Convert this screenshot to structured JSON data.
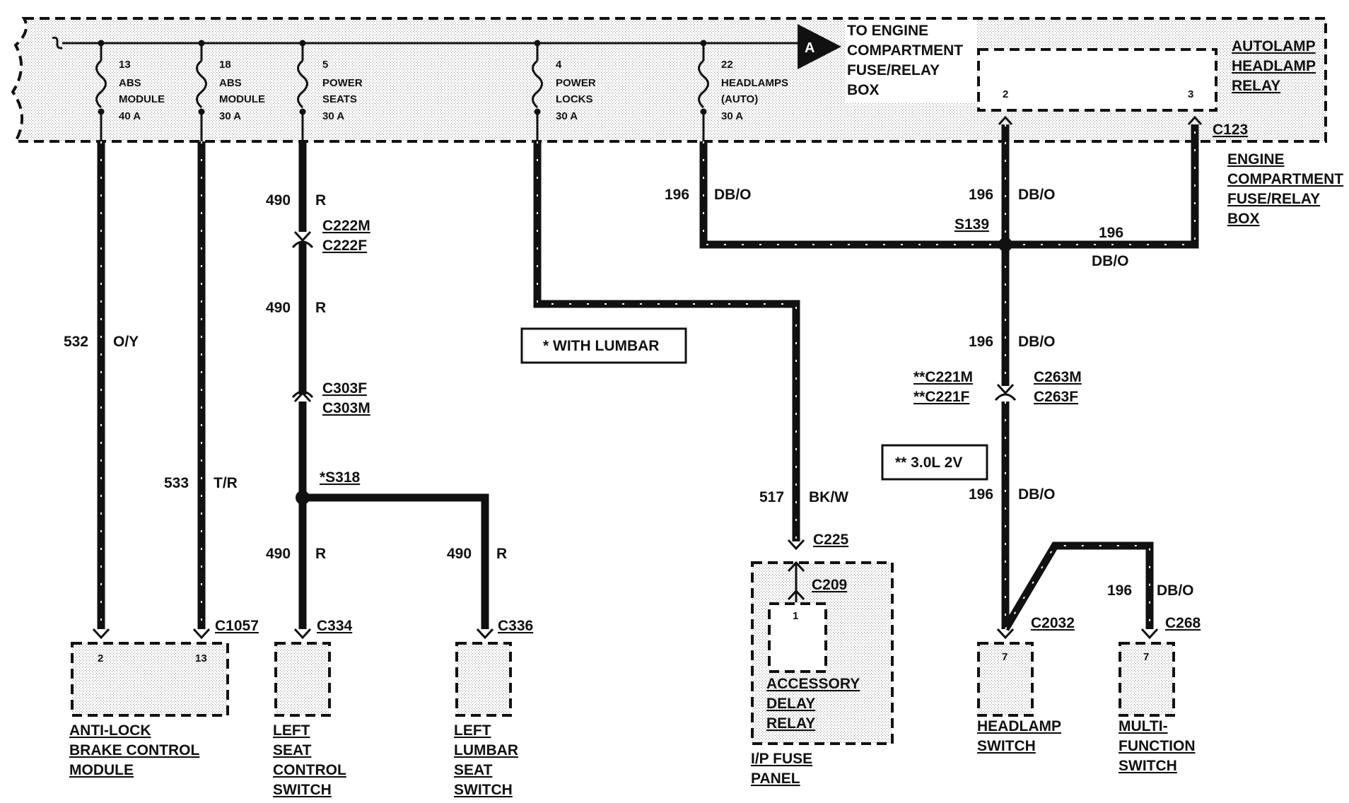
{
  "fuse_box": {
    "to_engine_compartment": [
      "TO ENGINE",
      "COMPARTMENT",
      "FUSE/RELAY",
      "BOX"
    ],
    "connector_letter": "A",
    "fuses": [
      {
        "number": "13",
        "circuit": [
          "ABS",
          "MODULE"
        ],
        "rating": "40 A"
      },
      {
        "number": "18",
        "circuit": [
          "ABS",
          "MODULE"
        ],
        "rating": "30 A"
      },
      {
        "number": "5",
        "circuit": [
          "POWER",
          "SEATS"
        ],
        "rating": "30 A"
      },
      {
        "number": "4",
        "circuit": [
          "POWER",
          "LOCKS"
        ],
        "rating": "30 A"
      },
      {
        "number": "22",
        "circuit": [
          "HEADLAMPS",
          "(AUTO)"
        ],
        "rating": "30 A"
      }
    ]
  },
  "autolamp_relay": {
    "title": [
      "AUTOLAMP",
      "HEADLAMP",
      "RELAY"
    ],
    "pins": [
      "2",
      "3"
    ],
    "connector": "C123"
  },
  "engine_box_label": [
    "ENGINE",
    "COMPARTMENT",
    "FUSE/RELAY",
    "BOX"
  ],
  "wires": {
    "w532": {
      "circuit": "532",
      "color": "O/Y"
    },
    "w533": {
      "circuit": "533",
      "color": "T/R"
    },
    "w490a": {
      "circuit": "490",
      "color": "R"
    },
    "w490b": {
      "circuit": "490",
      "color": "R"
    },
    "w490c": {
      "circuit": "490",
      "color": "R"
    },
    "w490d": {
      "circuit": "490",
      "color": "R"
    },
    "w196a": {
      "circuit": "196",
      "color": "DB/O"
    },
    "w196b": {
      "circuit": "196",
      "color": "DB/O"
    },
    "w196c": {
      "circuit": "196",
      "color": "DB/O"
    },
    "w196d": {
      "circuit": "196",
      "color": "DB/O"
    },
    "w196e": {
      "circuit": "196",
      "color": "DB/O"
    },
    "w196f": {
      "circuit": "196",
      "color": "DB/O"
    },
    "w517": {
      "circuit": "517",
      "color": "BK/W"
    }
  },
  "connectors": {
    "c222m": "C222M",
    "c222f": "C222F",
    "c303f": "C303F",
    "c303m": "C303M",
    "s318": "*S318",
    "s139": "S139",
    "c221m": "**C221M",
    "c221f": "**C221F",
    "c263m": "C263M",
    "c263f": "C263F",
    "c225": "C225",
    "c209": "C209",
    "c1057": "C1057",
    "c334": "C334",
    "c336": "C336",
    "c2032": "C2032",
    "c268": "C268"
  },
  "notes": {
    "lumbar": "*  WITH LUMBAR",
    "engine": "**  3.0L 2V"
  },
  "components": {
    "abs": {
      "pins": [
        "2",
        "13"
      ],
      "label": [
        "ANTI-LOCK",
        "BRAKE CONTROL",
        "MODULE"
      ]
    },
    "left_seat": {
      "label": [
        "LEFT",
        "SEAT",
        "CONTROL",
        "SWITCH"
      ]
    },
    "lumbar_seat": {
      "label": [
        "LEFT",
        "LUMBAR",
        "SEAT",
        "SWITCH"
      ]
    },
    "ip_fuse": {
      "relay_pin": "1",
      "relay_label": [
        "ACCESSORY",
        "DELAY",
        "RELAY"
      ],
      "panel_label": [
        "I/P FUSE",
        "PANEL"
      ]
    },
    "headlamp_switch": {
      "pin": "7",
      "label": [
        "HEADLAMP",
        "SWITCH"
      ]
    },
    "multifunction_switch": {
      "pin": "7",
      "label": [
        "MULTI-",
        "FUNCTION",
        "SWITCH"
      ]
    }
  }
}
